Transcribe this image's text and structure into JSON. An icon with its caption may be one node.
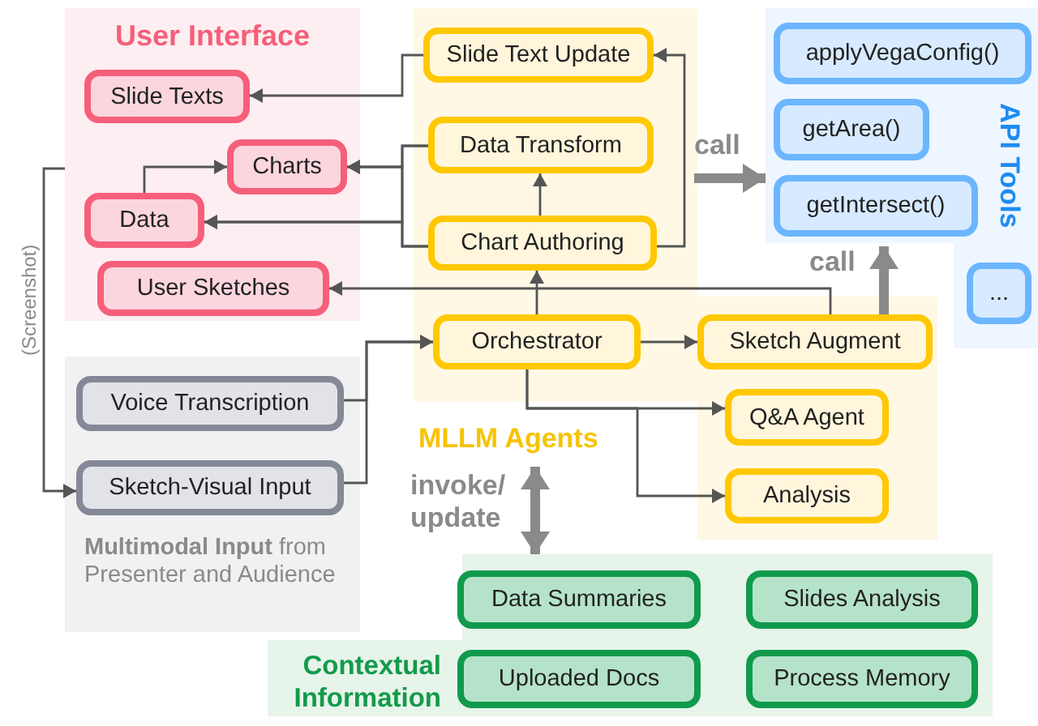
{
  "diagram": {
    "nodes": [
      {
        "text": [
          "User Interface"
        ]
      },
      {
        "text": [
          "Slide Texts"
        ],
        "in": 0
      },
      {
        "text": [
          "Charts"
        ],
        "in": 0
      },
      {
        "text": [
          "Data"
        ],
        "in": 0
      },
      {
        "text": [
          "User Sketches"
        ],
        "in": 0
      },
      {
        "text": [
          "MLLM Agents"
        ]
      },
      {
        "text": [
          "Slide Text Update"
        ],
        "in": 5
      },
      {
        "text": [
          "Data Transform"
        ],
        "in": 5
      },
      {
        "text": [
          "Chart Authoring"
        ],
        "in": 5
      },
      {
        "text": [
          "Orchestrator"
        ],
        "in": 5
      },
      {
        "text": [
          "Sketch Augment"
        ],
        "in": 5
      },
      {
        "text": [
          "Q&A Agent"
        ],
        "in": 5
      },
      {
        "text": [
          "Analysis"
        ],
        "in": 5
      },
      {
        "text": [
          "API Tools"
        ]
      },
      {
        "text": [
          "applyVegaConfig()"
        ],
        "in": 13
      },
      {
        "text": [
          "getArea()"
        ],
        "in": 13
      },
      {
        "text": [
          "getIntersect()"
        ],
        "in": 13
      },
      {
        "text": [
          "..."
        ],
        "in": 13
      },
      {
        "text": [
          "**Multimodal Input** from Presenter and Audience"
        ]
      },
      {
        "text": [
          "Voice Transcription"
        ],
        "in": 18
      },
      {
        "text": [
          "Sketch-Visual Input"
        ],
        "in": 18
      },
      {
        "text": [
          "Contextual Information"
        ]
      },
      {
        "text": [
          "Data Summaries"
        ],
        "in": 21
      },
      {
        "text": [
          "Slides Analysis"
        ],
        "in": 21
      },
      {
        "text": [
          "Uploaded Docs"
        ],
        "in": 21
      },
      {
        "text": [
          "Process Memory"
        ],
        "in": 21
      }
    ],
    "edges": [
      {
        "from": 6,
        "to": 1,
        "arrow": "to"
      },
      {
        "from": 7,
        "to": 2,
        "arrow": "to"
      },
      {
        "from": 7,
        "to": 3,
        "arrow": "to"
      },
      {
        "from": 8,
        "to": 2,
        "arrow": "to"
      },
      {
        "from": 8,
        "to": 3,
        "arrow": "to"
      },
      {
        "from": 3,
        "to": 2,
        "arrow": "to"
      },
      {
        "from": 8,
        "to": 7,
        "arrow": "to"
      },
      {
        "from": 8,
        "to": 6,
        "arrow": "to"
      },
      {
        "from": 9,
        "to": 8,
        "arrow": "to"
      },
      {
        "from": 10,
        "to": 4,
        "arrow": "to"
      },
      {
        "from": 9,
        "to": 10,
        "arrow": "to"
      },
      {
        "from": 9,
        "to": 11,
        "arrow": "to"
      },
      {
        "from": 9,
        "to": 12,
        "arrow": "to"
      },
      {
        "from": 19,
        "to": 9,
        "arrow": "to"
      },
      {
        "from": 20,
        "to": 9,
        "arrow": "to"
      },
      {
        "from": 0,
        "to": 20,
        "label": "(Screenshot)",
        "arrow": "to"
      },
      {
        "from": 5,
        "to": 13,
        "label": "call",
        "arrow": "to",
        "style": "thick",
        "color": "#8a8a8a"
      },
      {
        "from": 10,
        "to": 13,
        "label": "call",
        "arrow": "to",
        "style": "thick",
        "color": "#8a8a8a"
      },
      {
        "from": 5,
        "to": 21,
        "label": "invoke/ update",
        "arrow": "both",
        "style": "thick",
        "color": "#8a8a8a"
      }
    ]
  }
}
